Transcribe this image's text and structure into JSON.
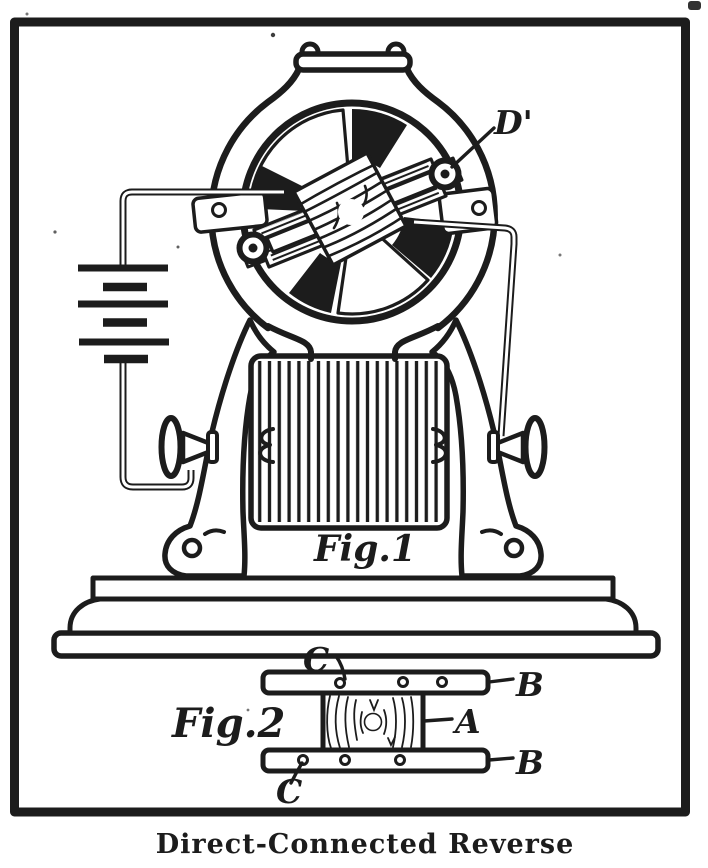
{
  "plate": {
    "caption": "Direct-Connected Reverse",
    "colors": {
      "ink": "#1c1c1c",
      "paper": "#ffffff"
    },
    "fig1": {
      "label": "Fig.1",
      "callouts": {
        "d_prime": "D'"
      }
    },
    "fig2": {
      "label": "Fig.2",
      "callouts": {
        "a": "A",
        "b_top": "B",
        "b_bottom": "B",
        "c_top": "C",
        "c_bottom": "C"
      }
    }
  }
}
